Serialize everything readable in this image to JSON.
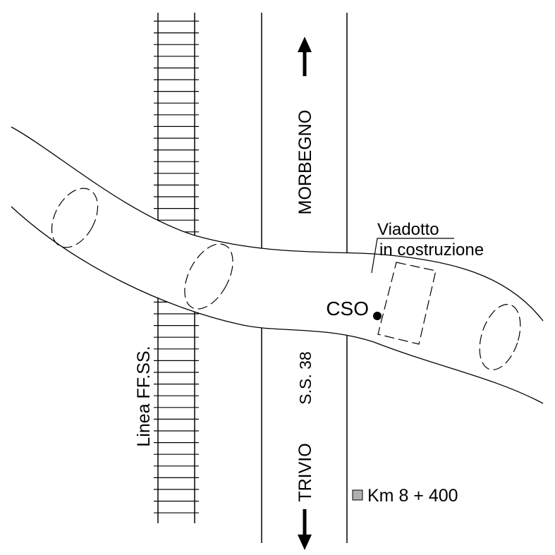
{
  "colors": {
    "line": "#000000",
    "marker_fill": "#b0b0b0",
    "background": "#ffffff"
  },
  "labels": {
    "railway": "Linea FF.SS.",
    "road": "S.S. 38",
    "north_direction": "MORBEGNO",
    "south_direction": "TRIVIO",
    "viaduct_line1": "Viadotto",
    "viaduct_line2": "in costruzione",
    "point": "CSO",
    "legend": "Km 8 + 400"
  },
  "icons": {
    "north_arrow": "arrow-up-icon",
    "south_arrow": "arrow-down-icon",
    "point_marker": "dot-icon",
    "legend_marker": "square-icon"
  }
}
